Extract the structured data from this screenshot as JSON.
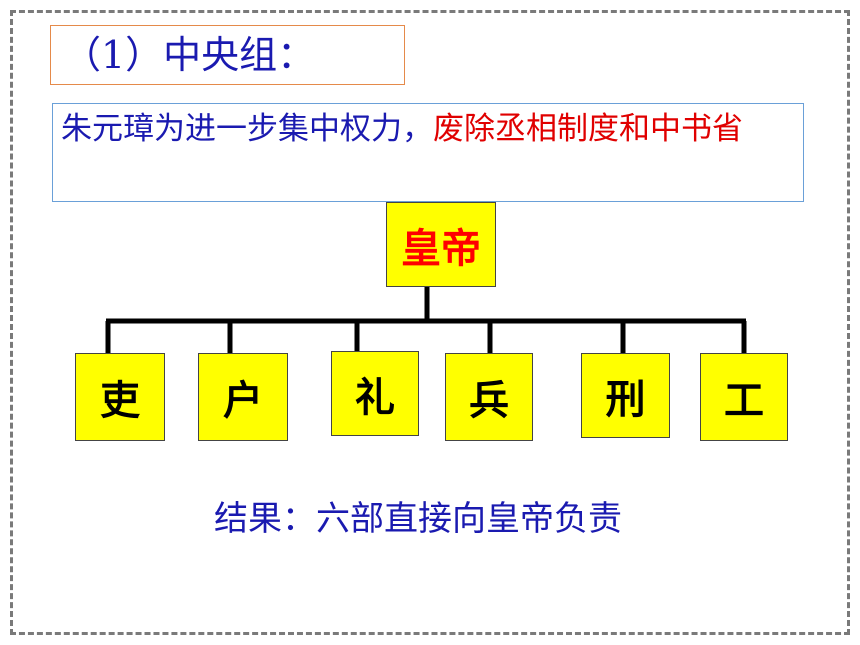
{
  "heading": {
    "text": "（1）中央组："
  },
  "description": {
    "text_blue": "朱元璋为进一步集中权力，",
    "text_red": "废除丞相制度和中书省"
  },
  "org_chart": {
    "top": "皇帝",
    "ministries": [
      "吏",
      "户",
      "礼",
      "兵",
      "刑",
      "工"
    ]
  },
  "result": {
    "text": "结果：六部直接向皇帝负责"
  },
  "colors": {
    "text_blue": "#1a1ab0",
    "highlight_red": "#e00000",
    "node_fill": "#ffff00",
    "title_border": "#e58a4a",
    "desc_border": "#6aa0d8"
  }
}
